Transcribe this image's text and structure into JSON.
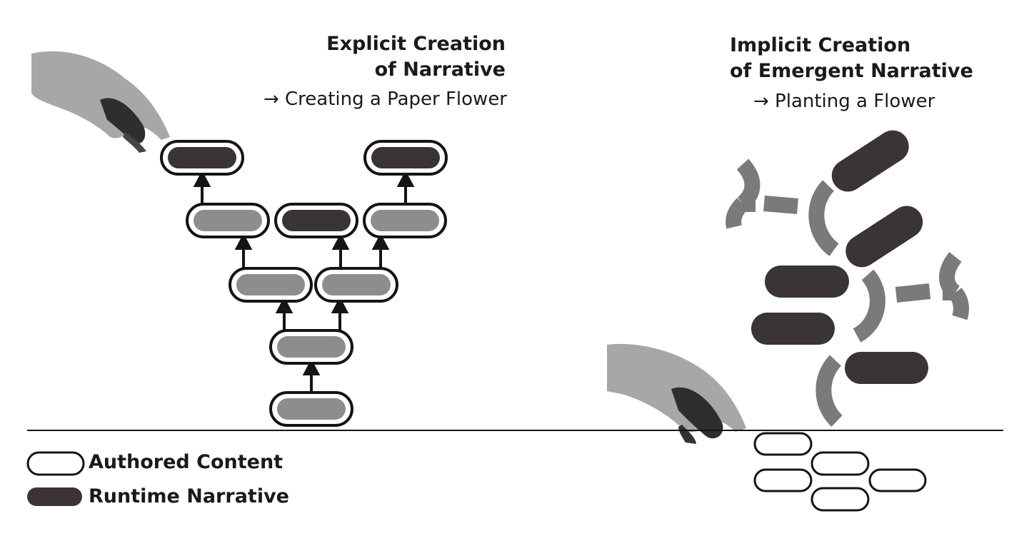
{
  "left": {
    "title_line1": "Explicit Creation",
    "title_line2": "of Narrative",
    "subtitle": "→ Creating a Paper Flower"
  },
  "right": {
    "title_line1": "Implicit Creation",
    "title_line2": "of Emergent Narrative",
    "subtitle": "→ Planting a Flower"
  },
  "legend": {
    "authored": "Authored Content",
    "runtime": "Runtime Narrative"
  },
  "colors": {
    "runtime": "#3a3436",
    "authored_fill": "#8d8d8d",
    "fragment": "#7a7a7a",
    "outline": "#141414"
  }
}
